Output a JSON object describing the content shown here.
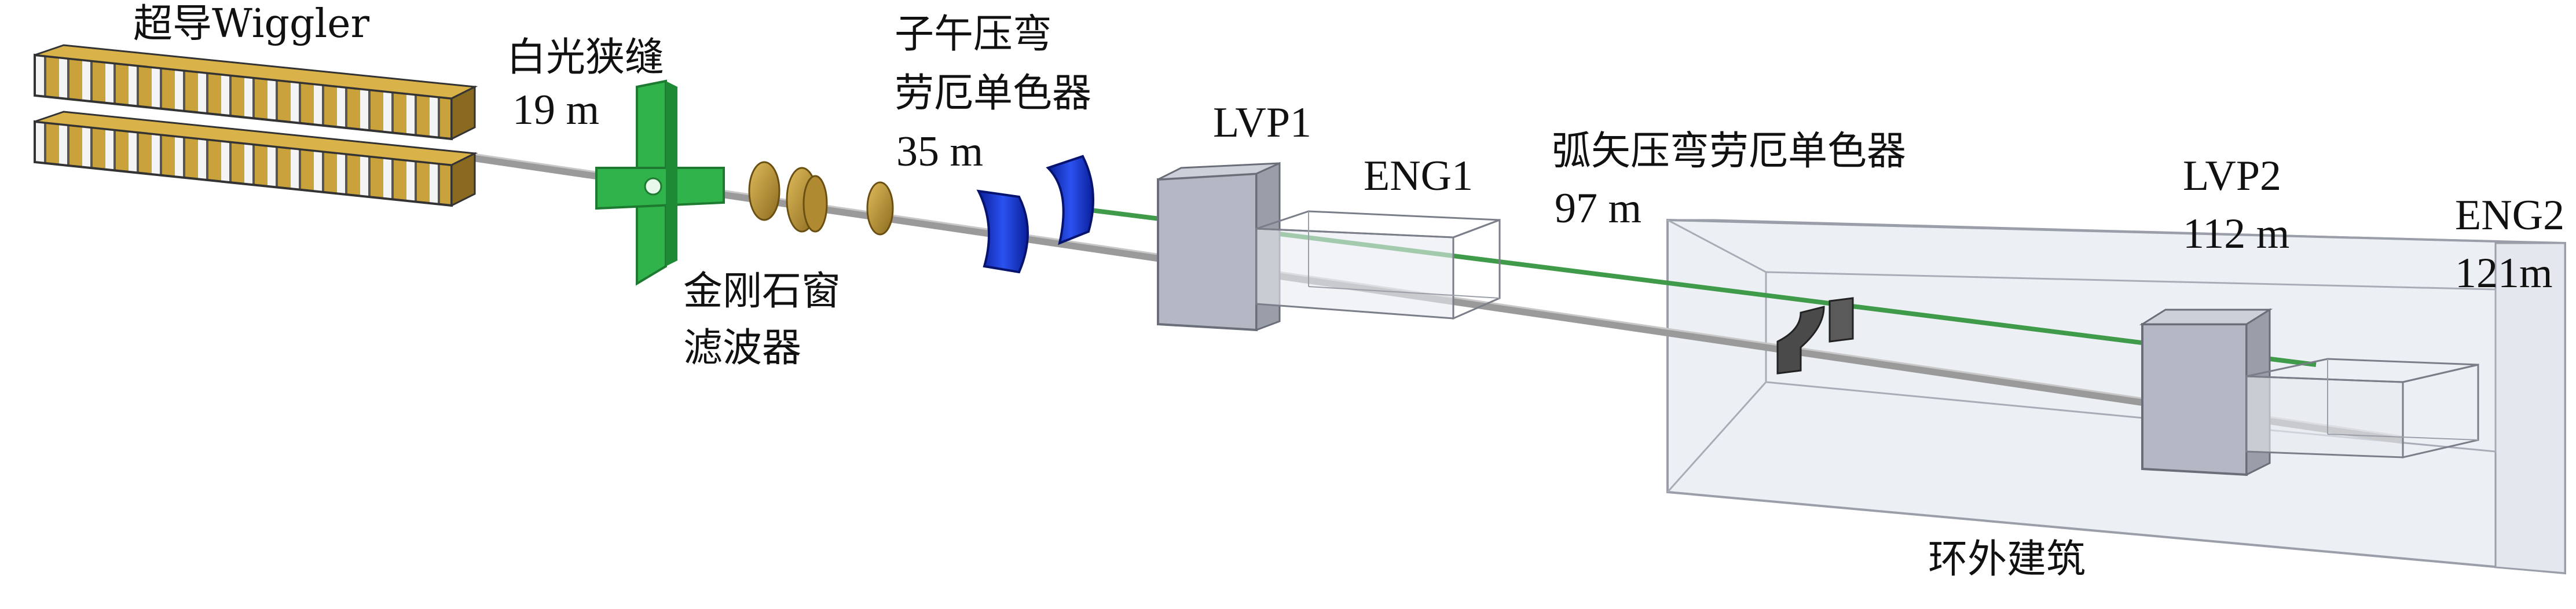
{
  "labels": {
    "wiggler": "超导Wiggler",
    "slit_name": "白光狭缝",
    "slit_pos": "19 m",
    "filter_line1": "金刚石窗",
    "filter_line2": "滤波器",
    "mono1_line1": "子午压弯",
    "mono1_line2": "劳厄单色器",
    "mono1_pos": "35 m",
    "lvp1": "LVP1",
    "eng1": "ENG1",
    "mono2_name": "弧矢压弯劳厄单色器",
    "mono2_pos": "97 m",
    "lvp2": "LVP2",
    "lvp2_pos": "112 m",
    "eng2": "ENG2",
    "eng2_pos": "121m",
    "building": "环外建筑"
  },
  "colors": {
    "wiggler_gold": "#c9a23c",
    "wiggler_light": "#f2f2f2",
    "slit_green": "#2fb34a",
    "filter_gold": "#c8a040",
    "mono_blue": "#1a3ccf",
    "beam_gray": "#9a9a9a",
    "beam_green": "#3f9a4a",
    "box_gray": "#b4b8c4",
    "hutch_fill": "#eceff4",
    "hutch_stroke": "#9a9ea8",
    "mono2_dark": "#4a4a4a"
  }
}
